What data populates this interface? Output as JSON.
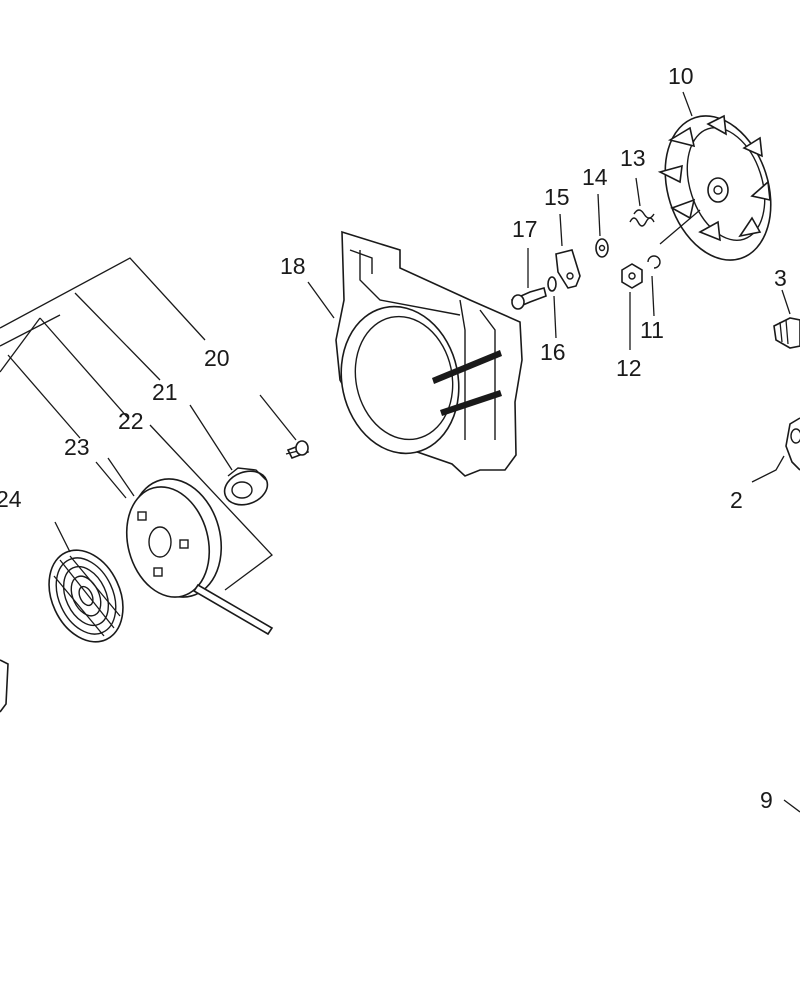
{
  "labels": {
    "p2": "2",
    "p3": "3",
    "p9": "9",
    "p10": "10",
    "p11": "11",
    "p12": "12",
    "p13": "13",
    "p14": "14",
    "p15": "15",
    "p16": "16",
    "p17": "17",
    "p18": "18",
    "p20": "20",
    "p21": "21",
    "p22": "22",
    "p23": "23",
    "p24": "24"
  }
}
